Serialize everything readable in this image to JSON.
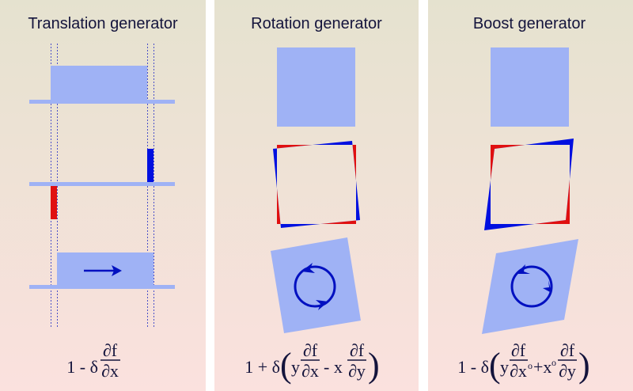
{
  "panels": [
    {
      "title": "Translation generator",
      "formula": {
        "lead": "1 - δ",
        "num": "∂f",
        "den": "∂x"
      }
    },
    {
      "title": "Rotation generator",
      "formula": {
        "lead": "1 + δ",
        "open": "(",
        "t1": "y",
        "num1": "∂f",
        "den1": "∂x",
        "op": "- x",
        "num2": "∂f",
        "den2": "∂y",
        "close": ")"
      }
    },
    {
      "title": "Boost generator",
      "formula": {
        "lead": "1 - δ",
        "open": "(",
        "t1": "y",
        "num1": "∂f",
        "den1": "∂x",
        "sup1": "o",
        "op": "+x",
        "sup2": "o",
        "num2": "∂f",
        "den2": "∂y",
        "close": ")"
      }
    }
  ],
  "colors": {
    "shape": "#9fb2f5",
    "positive": "#0010e0",
    "negative": "#e01010",
    "text": "#14143c",
    "dashed": "#4a50c8"
  }
}
